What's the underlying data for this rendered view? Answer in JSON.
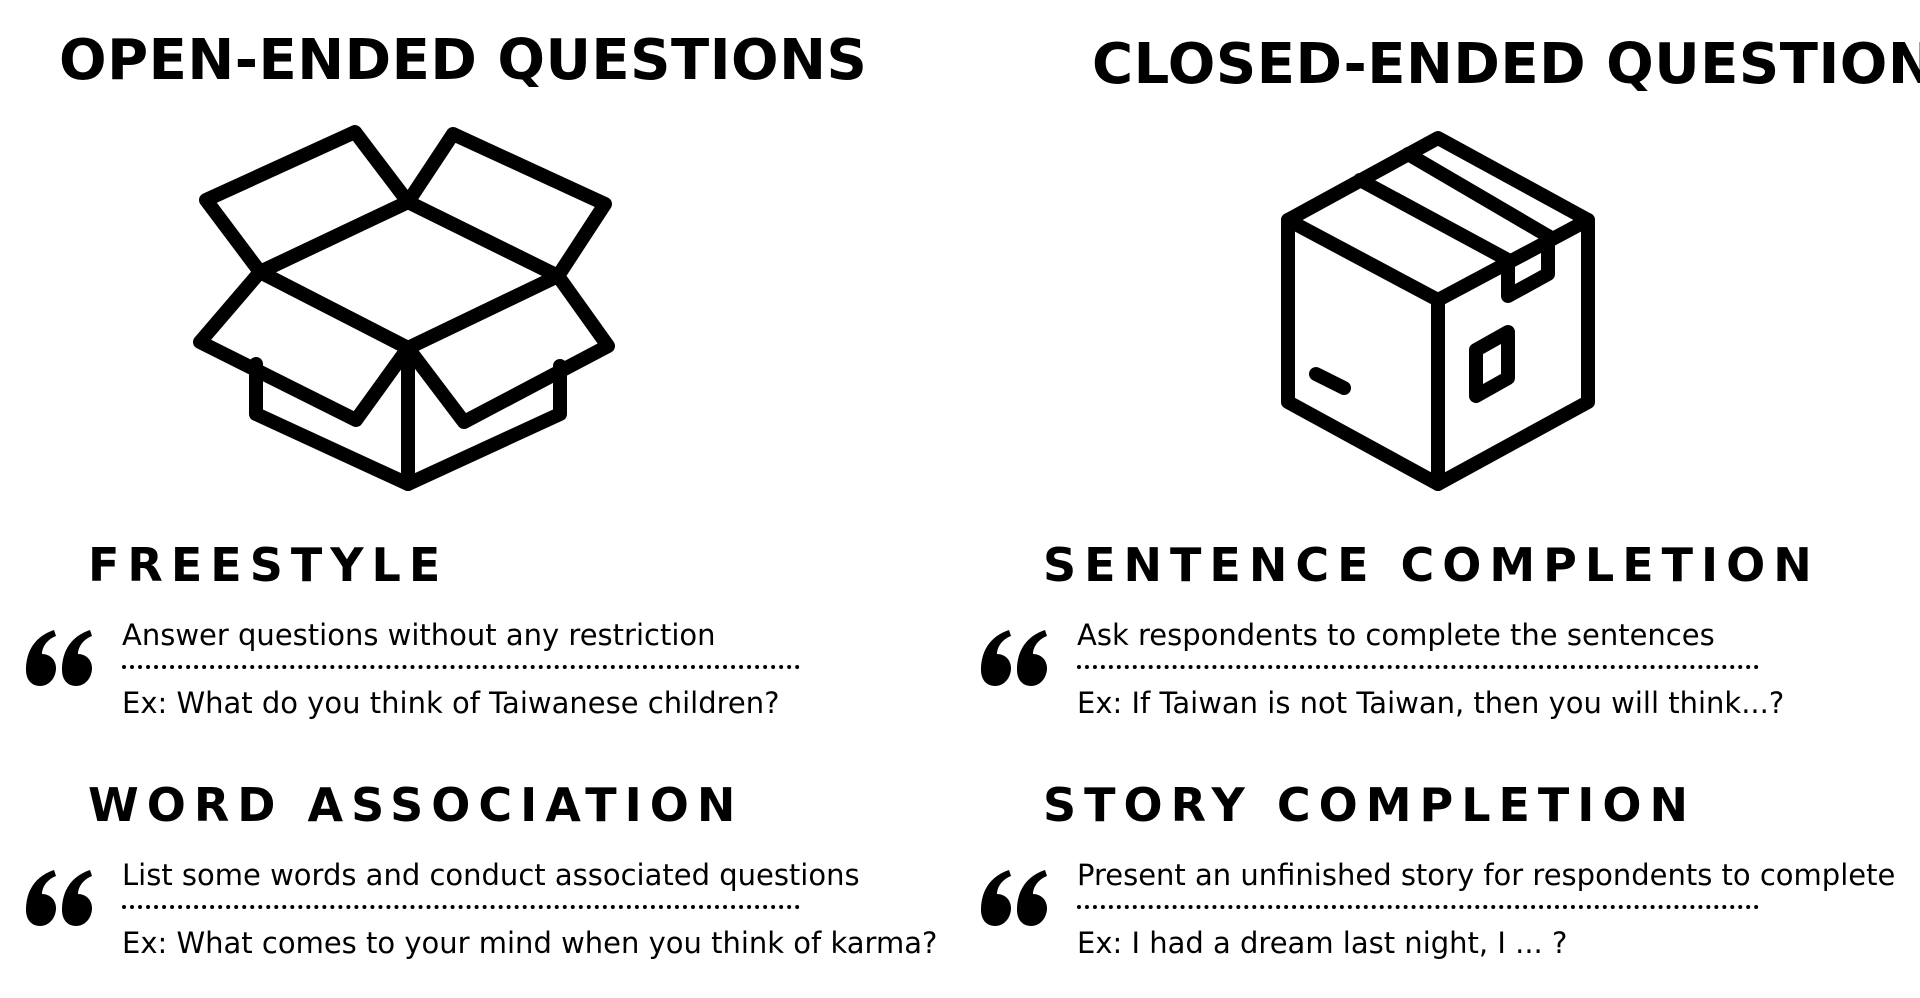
{
  "columns": [
    {
      "title": "OPEN-ENDED QUESTIONS",
      "icon": "open-box-icon",
      "sections": [
        {
          "title": "FREESTYLE",
          "description": "Answer questions without any restriction",
          "example": "Ex: What do you think of Taiwanese children?"
        },
        {
          "title": "WORD ASSOCIATION",
          "description": "List some words and conduct associated questions",
          "example": "Ex: What comes to your mind when you think of karma?"
        }
      ]
    },
    {
      "title": "CLOSED-ENDED QUESTIONS",
      "icon": "closed-box-icon",
      "sections": [
        {
          "title": "SENTENCE COMPLETION",
          "description": "Ask respondents to complete the sentences",
          "example": "Ex: If Taiwan is not Taiwan, then you will think...?"
        },
        {
          "title": "STORY COMPLETION",
          "description": "Present an unfinished story for respondents to complete",
          "example": "Ex: I had a dream last night, I ... ?"
        }
      ]
    }
  ],
  "colors": {
    "background": "#ffffff",
    "ink": "#000000"
  }
}
